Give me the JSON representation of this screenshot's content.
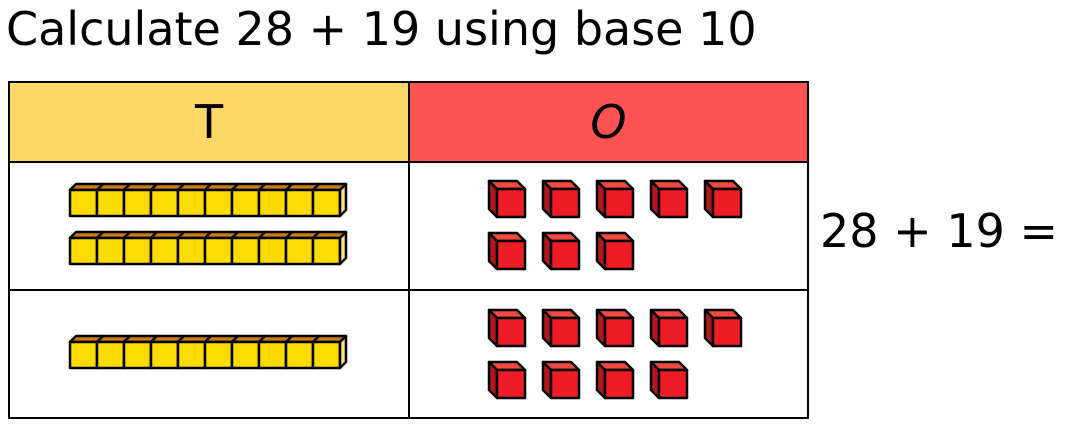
{
  "title": "Calculate 28 + 19 using base 10",
  "table": {
    "headers": [
      {
        "label": "T",
        "color": "#FDD866"
      },
      {
        "label": "O",
        "color": "#FF5252"
      }
    ],
    "rows": [
      {
        "tens": 2,
        "ones": 8
      },
      {
        "tens": 1,
        "ones": 9
      }
    ]
  },
  "equation": "28 + 19 =",
  "colors": {
    "ten_front": "#FCDB00",
    "ten_top": "#D07A10",
    "ten_side": "#F5E36A",
    "one_front": "#EE1C24",
    "one_top": "#F24A3E",
    "one_side": "#B5161E"
  }
}
